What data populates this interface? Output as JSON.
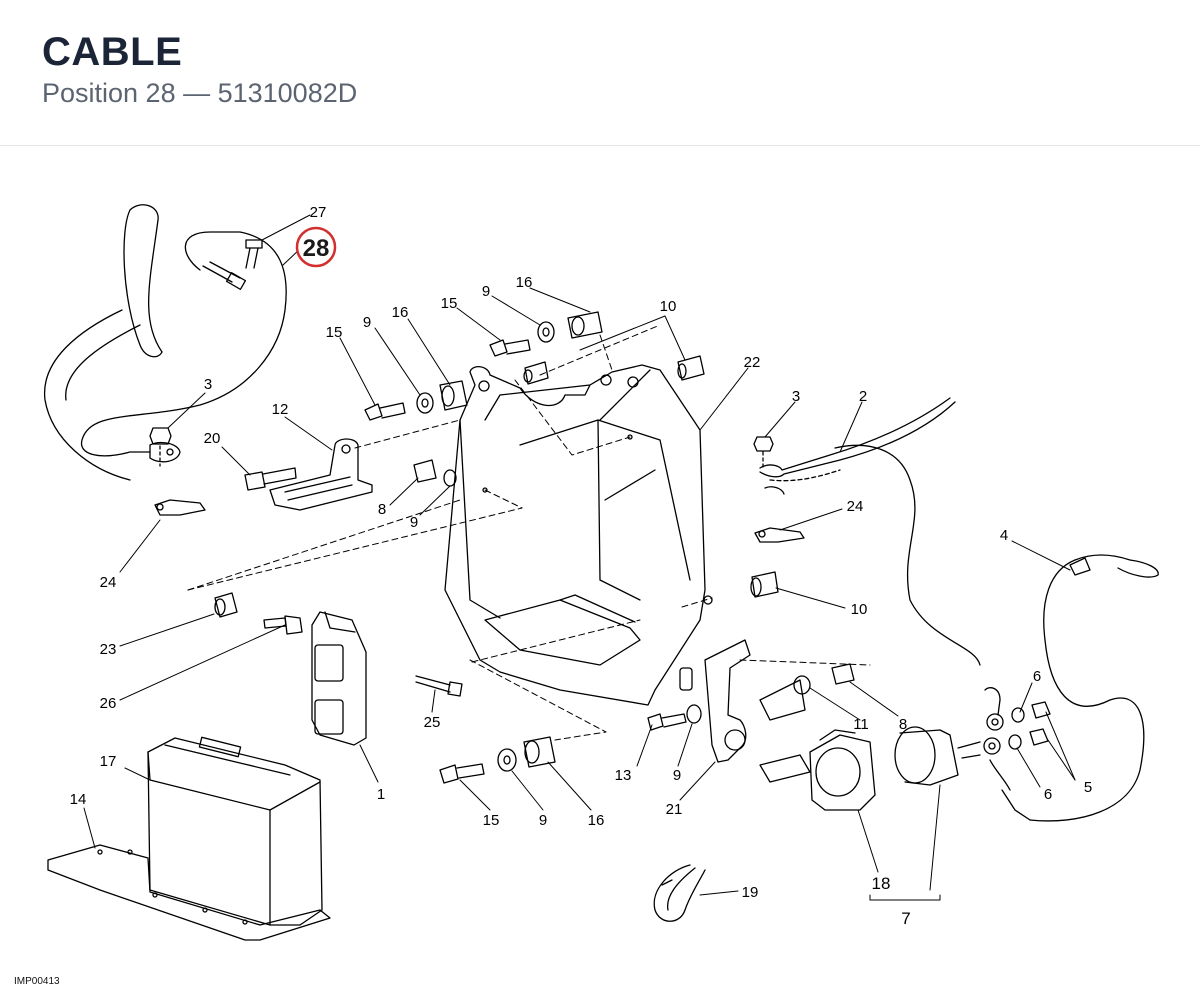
{
  "header": {
    "title": "CABLE",
    "subtitle": "Position 28 — 51310082D"
  },
  "highlight": {
    "label": "28",
    "color": "#d32f2f"
  },
  "callouts": {
    "c27": "27",
    "c3a": "3",
    "c20": "20",
    "c12": "12",
    "c24a": "24",
    "c15a": "15",
    "c9a": "9",
    "c16a": "16",
    "c15b": "15",
    "c9b": "9",
    "c16b": "16",
    "c10a": "10",
    "c22": "22",
    "c8a": "8",
    "c9c": "9",
    "c3b": "3",
    "c2": "2",
    "c24b": "24",
    "c4": "4",
    "c10b": "10",
    "c23": "23",
    "c26": "26",
    "c25": "25",
    "c1": "1",
    "c6a": "6",
    "c6b": "6",
    "c5": "5",
    "c11": "11",
    "c8b": "8",
    "c13": "13",
    "c9d": "9",
    "c21": "21",
    "c15c": "15",
    "c9e": "9",
    "c16c": "16",
    "c17": "17",
    "c14": "14",
    "c19": "19",
    "c18": "18",
    "c7": "7"
  },
  "footer": {
    "code": "IMP00413"
  }
}
